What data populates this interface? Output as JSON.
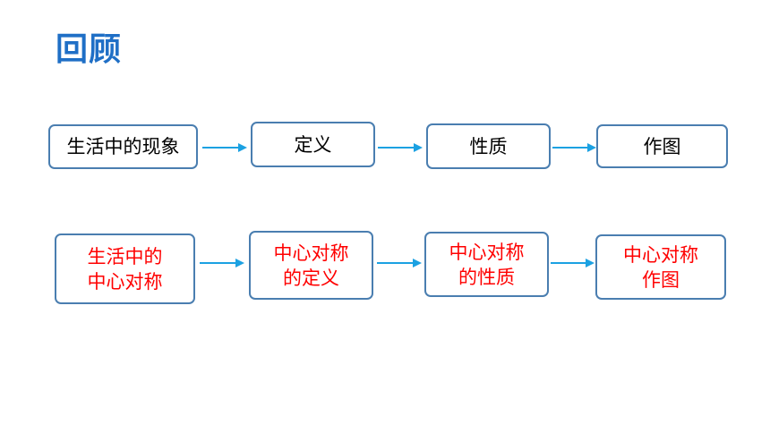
{
  "title": "回顾",
  "colors": {
    "title": "#1F6FC6",
    "box_border": "#4A7EB0",
    "arrow": "#1BA1E2",
    "highlight_text": "#FF0000"
  },
  "row1": [
    "生活中的现象",
    "定义",
    "性质",
    "作图"
  ],
  "row2": [
    "生活中的\n中心对称",
    "中心对称\n的定义",
    "中心对称\n的性质",
    "中心对称\n作图"
  ]
}
